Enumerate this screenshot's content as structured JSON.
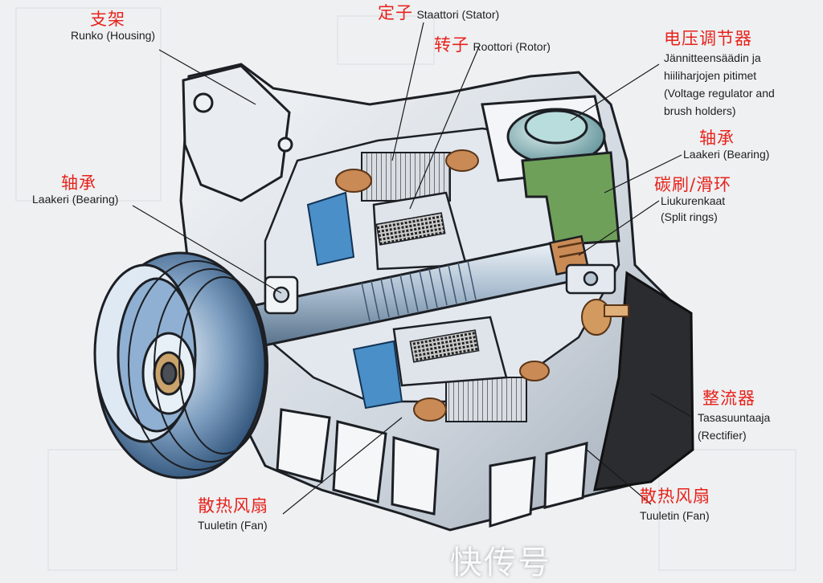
{
  "labels": {
    "housing": {
      "zh": "支架",
      "en": "Runko (Housing)"
    },
    "stator": {
      "zh": "定子",
      "en": "Staattori (Stator)"
    },
    "rotor": {
      "zh": "转子",
      "en": "Roottori (Rotor)"
    },
    "regulator": {
      "zh": "电压调节器",
      "en_lines": [
        "Jännitteensäädin ja",
        "hiiliharjojen pitimet",
        "(Voltage regulator and",
        "brush holders)"
      ]
    },
    "bearing_right": {
      "zh": "轴承",
      "en": "Laakeri (Bearing)"
    },
    "slip_rings": {
      "zh": "碳刷/滑环",
      "en_lines": [
        "Liukurenkaat",
        "(Split rings)"
      ]
    },
    "bearing_left": {
      "zh": "轴承",
      "en": "Laakeri (Bearing)"
    },
    "rectifier": {
      "zh": "整流器",
      "en_lines": [
        "Tasasuuntaaja",
        "(Rectifier)"
      ]
    },
    "fan_left": {
      "zh": "散热风扇",
      "en": "Tuuletin (Fan)"
    },
    "fan_right": {
      "zh": "散热风扇",
      "en": "Tuuletin (Fan)"
    }
  },
  "watermark": "快传号",
  "colors": {
    "label_zh": "#e8221b",
    "label_en": "#1e1e1e",
    "housing": "#d7dce2",
    "shaft": "#8fa3b8",
    "bearing_blue": "#4a8fc8",
    "winding_copper": "#c98a55",
    "regulator_green": "#6fa05a",
    "rectifier_dark": "#2a2c30"
  }
}
